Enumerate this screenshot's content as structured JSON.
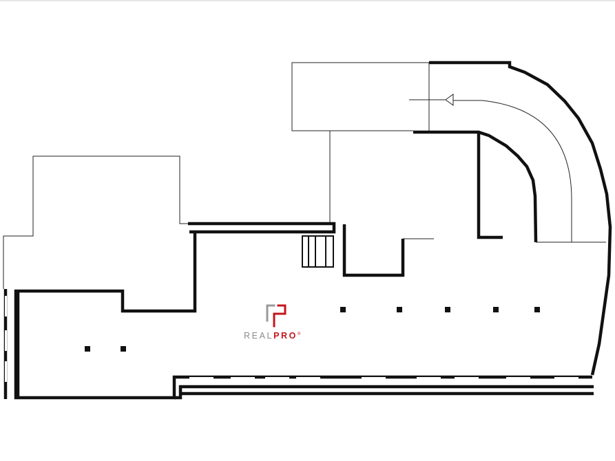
{
  "logo": {
    "text_light": "REAL",
    "text_bold": "PRO",
    "registered_mark": "®",
    "color_grey": "#8a8a8a",
    "color_red": "#c4161c"
  },
  "plan": {
    "wall_color": "#111111",
    "line_color": "#222222",
    "flow_arrow_icon": "triangle-arrow-left"
  }
}
